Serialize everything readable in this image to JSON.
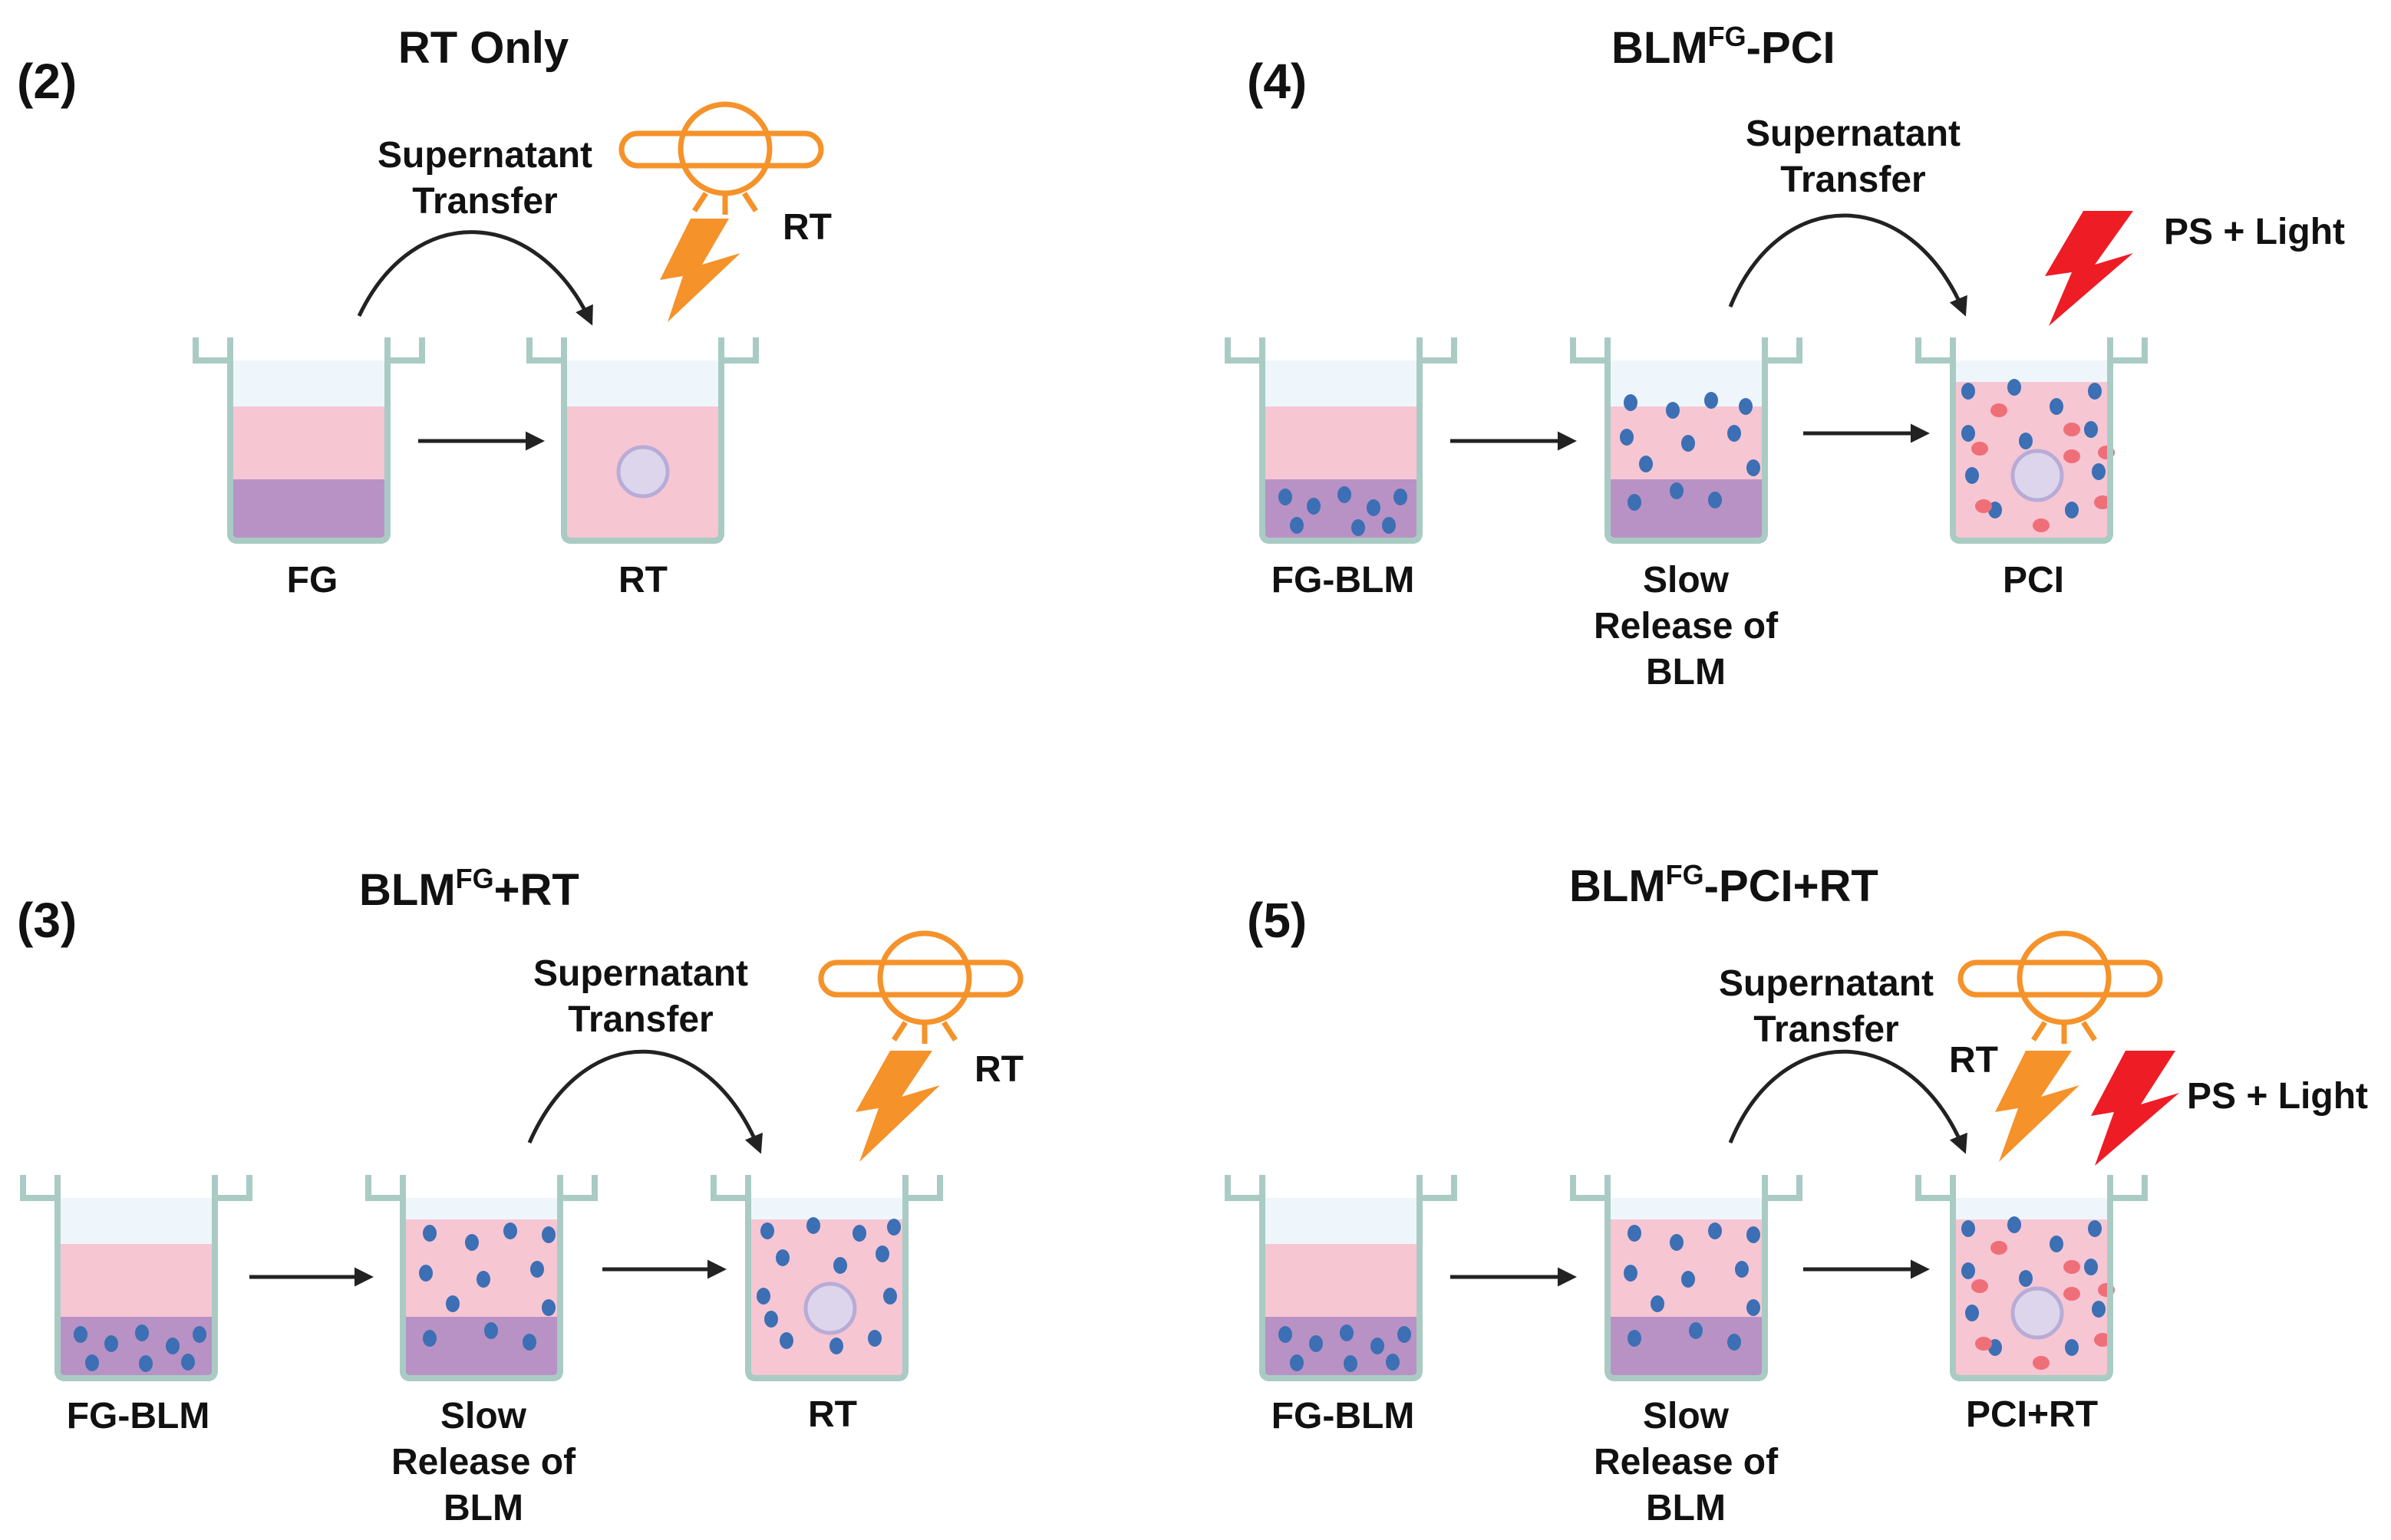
{
  "panels": [
    {
      "number": "(2)",
      "title": {
        "main": "RT Only",
        "sup": "",
        "rest": ""
      },
      "transfer_label": [
        "Supernatant",
        "Transfer"
      ],
      "rt_label": "RT",
      "light_label": "",
      "beakers": [
        {
          "label": [
            "FG"
          ],
          "sediment": true,
          "sediment_dots": false,
          "liquid_dots": false,
          "red_dots": false,
          "cell": false
        },
        {
          "label": [
            "RT"
          ],
          "sediment": false,
          "sediment_dots": false,
          "liquid_dots": false,
          "red_dots": false,
          "cell": true
        }
      ]
    },
    {
      "number": "(4)",
      "title": {
        "main": "BLM",
        "sup": "FG",
        "rest": "-PCI"
      },
      "transfer_label": [
        "Supernatant",
        "Transfer"
      ],
      "rt_label": "",
      "light_label": "PS + Light",
      "beakers": [
        {
          "label": [
            "FG-BLM"
          ],
          "sediment": true,
          "sediment_dots": true,
          "liquid_dots": false,
          "red_dots": false,
          "cell": false
        },
        {
          "label": [
            "Slow",
            "Release of",
            "BLM"
          ],
          "sediment": true,
          "sediment_dots": true,
          "liquid_dots": true,
          "red_dots": false,
          "cell": false
        },
        {
          "label": [
            "PCI"
          ],
          "sediment": false,
          "sediment_dots": false,
          "liquid_dots": true,
          "red_dots": true,
          "cell": true
        }
      ]
    },
    {
      "number": "(3)",
      "title": {
        "main": "BLM",
        "sup": "FG",
        "rest": "+RT"
      },
      "transfer_label": [
        "Supernatant",
        "Transfer"
      ],
      "rt_label": "RT",
      "light_label": "",
      "beakers": [
        {
          "label": [
            "FG-BLM"
          ],
          "sediment": true,
          "sediment_dots": true,
          "liquid_dots": false,
          "red_dots": false,
          "cell": false
        },
        {
          "label": [
            "Slow",
            "Release of",
            "BLM"
          ],
          "sediment": true,
          "sediment_dots": true,
          "liquid_dots": true,
          "red_dots": false,
          "cell": false
        },
        {
          "label": [
            "RT"
          ],
          "sediment": false,
          "sediment_dots": false,
          "liquid_dots": true,
          "red_dots": false,
          "cell": true
        }
      ]
    },
    {
      "number": "(5)",
      "title": {
        "main": "BLM",
        "sup": "FG",
        "rest": "-PCI+RT"
      },
      "transfer_label": [
        "Supernatant",
        "Transfer"
      ],
      "rt_label": "RT",
      "light_label": "PS + Light",
      "beakers": [
        {
          "label": [
            "FG-BLM"
          ],
          "sediment": true,
          "sediment_dots": true,
          "liquid_dots": false,
          "red_dots": false,
          "cell": false
        },
        {
          "label": [
            "Slow",
            "Release of",
            "BLM"
          ],
          "sediment": true,
          "sediment_dots": true,
          "liquid_dots": true,
          "red_dots": false,
          "cell": false
        },
        {
          "label": [
            "PCI+RT"
          ],
          "sediment": false,
          "sediment_dots": false,
          "liquid_dots": true,
          "red_dots": true,
          "cell": true
        }
      ]
    }
  ],
  "colors": {
    "beaker_stroke": "#a9cbc4",
    "liquid": "#f7c6d3",
    "headspace": "#eef6fb",
    "sediment": "#b892c4",
    "blue_dot": "#3c6fb4",
    "red_dot": "#ef6f78",
    "cell_fill": "#dcd5ec",
    "cell_stroke": "#b7acd6",
    "rt_orange": "#f5922a",
    "light_red": "#ee1c25",
    "arrow": "#222222"
  },
  "icons": {
    "rt_source": "x-ray-tube-icon",
    "rt_beam": "lightning-bolt-icon",
    "light_beam": "lightning-bolt-icon",
    "transfer": "curved-arrow-icon",
    "step": "right-arrow-icon"
  }
}
